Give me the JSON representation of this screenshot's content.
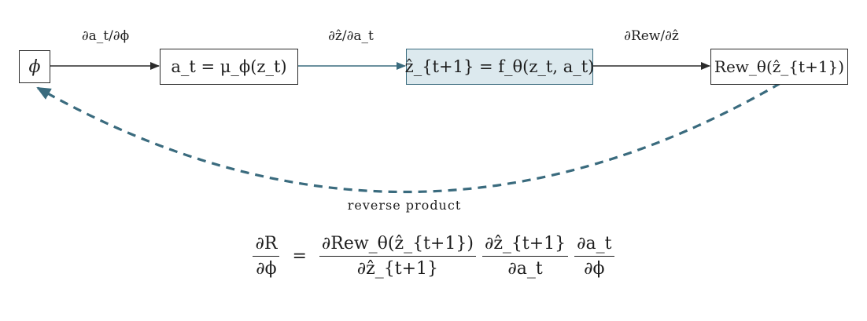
{
  "nodes": {
    "phi": "ϕ",
    "policy": "a_t = μ_ϕ(z_t)",
    "dynamics": "ẑ_{t+1} = f_θ(z_t, a_t)",
    "reward": "Rew_θ(ẑ_{t+1})"
  },
  "edges": {
    "phi_to_policy": "∂a_t/∂ϕ",
    "policy_to_dynamics": "∂ẑ/∂a_t",
    "dynamics_to_reward": "∂Rew/∂ẑ"
  },
  "caption": "reverse product",
  "equation": {
    "lhs_num": "∂R",
    "lhs_den": "∂ϕ",
    "equals": "=",
    "t1_num": "∂Rew_θ(ẑ_{t+1})",
    "t1_den": "∂ẑ_{t+1}",
    "t2_num": "∂ẑ_{t+1}",
    "t2_den": "∂a_t",
    "t3_num": "∂a_t",
    "t3_den": "∂ϕ"
  },
  "colors": {
    "teal": "#3a6b7e",
    "highlight_fill": "#dce9ee",
    "dark": "#2b2b2b"
  }
}
